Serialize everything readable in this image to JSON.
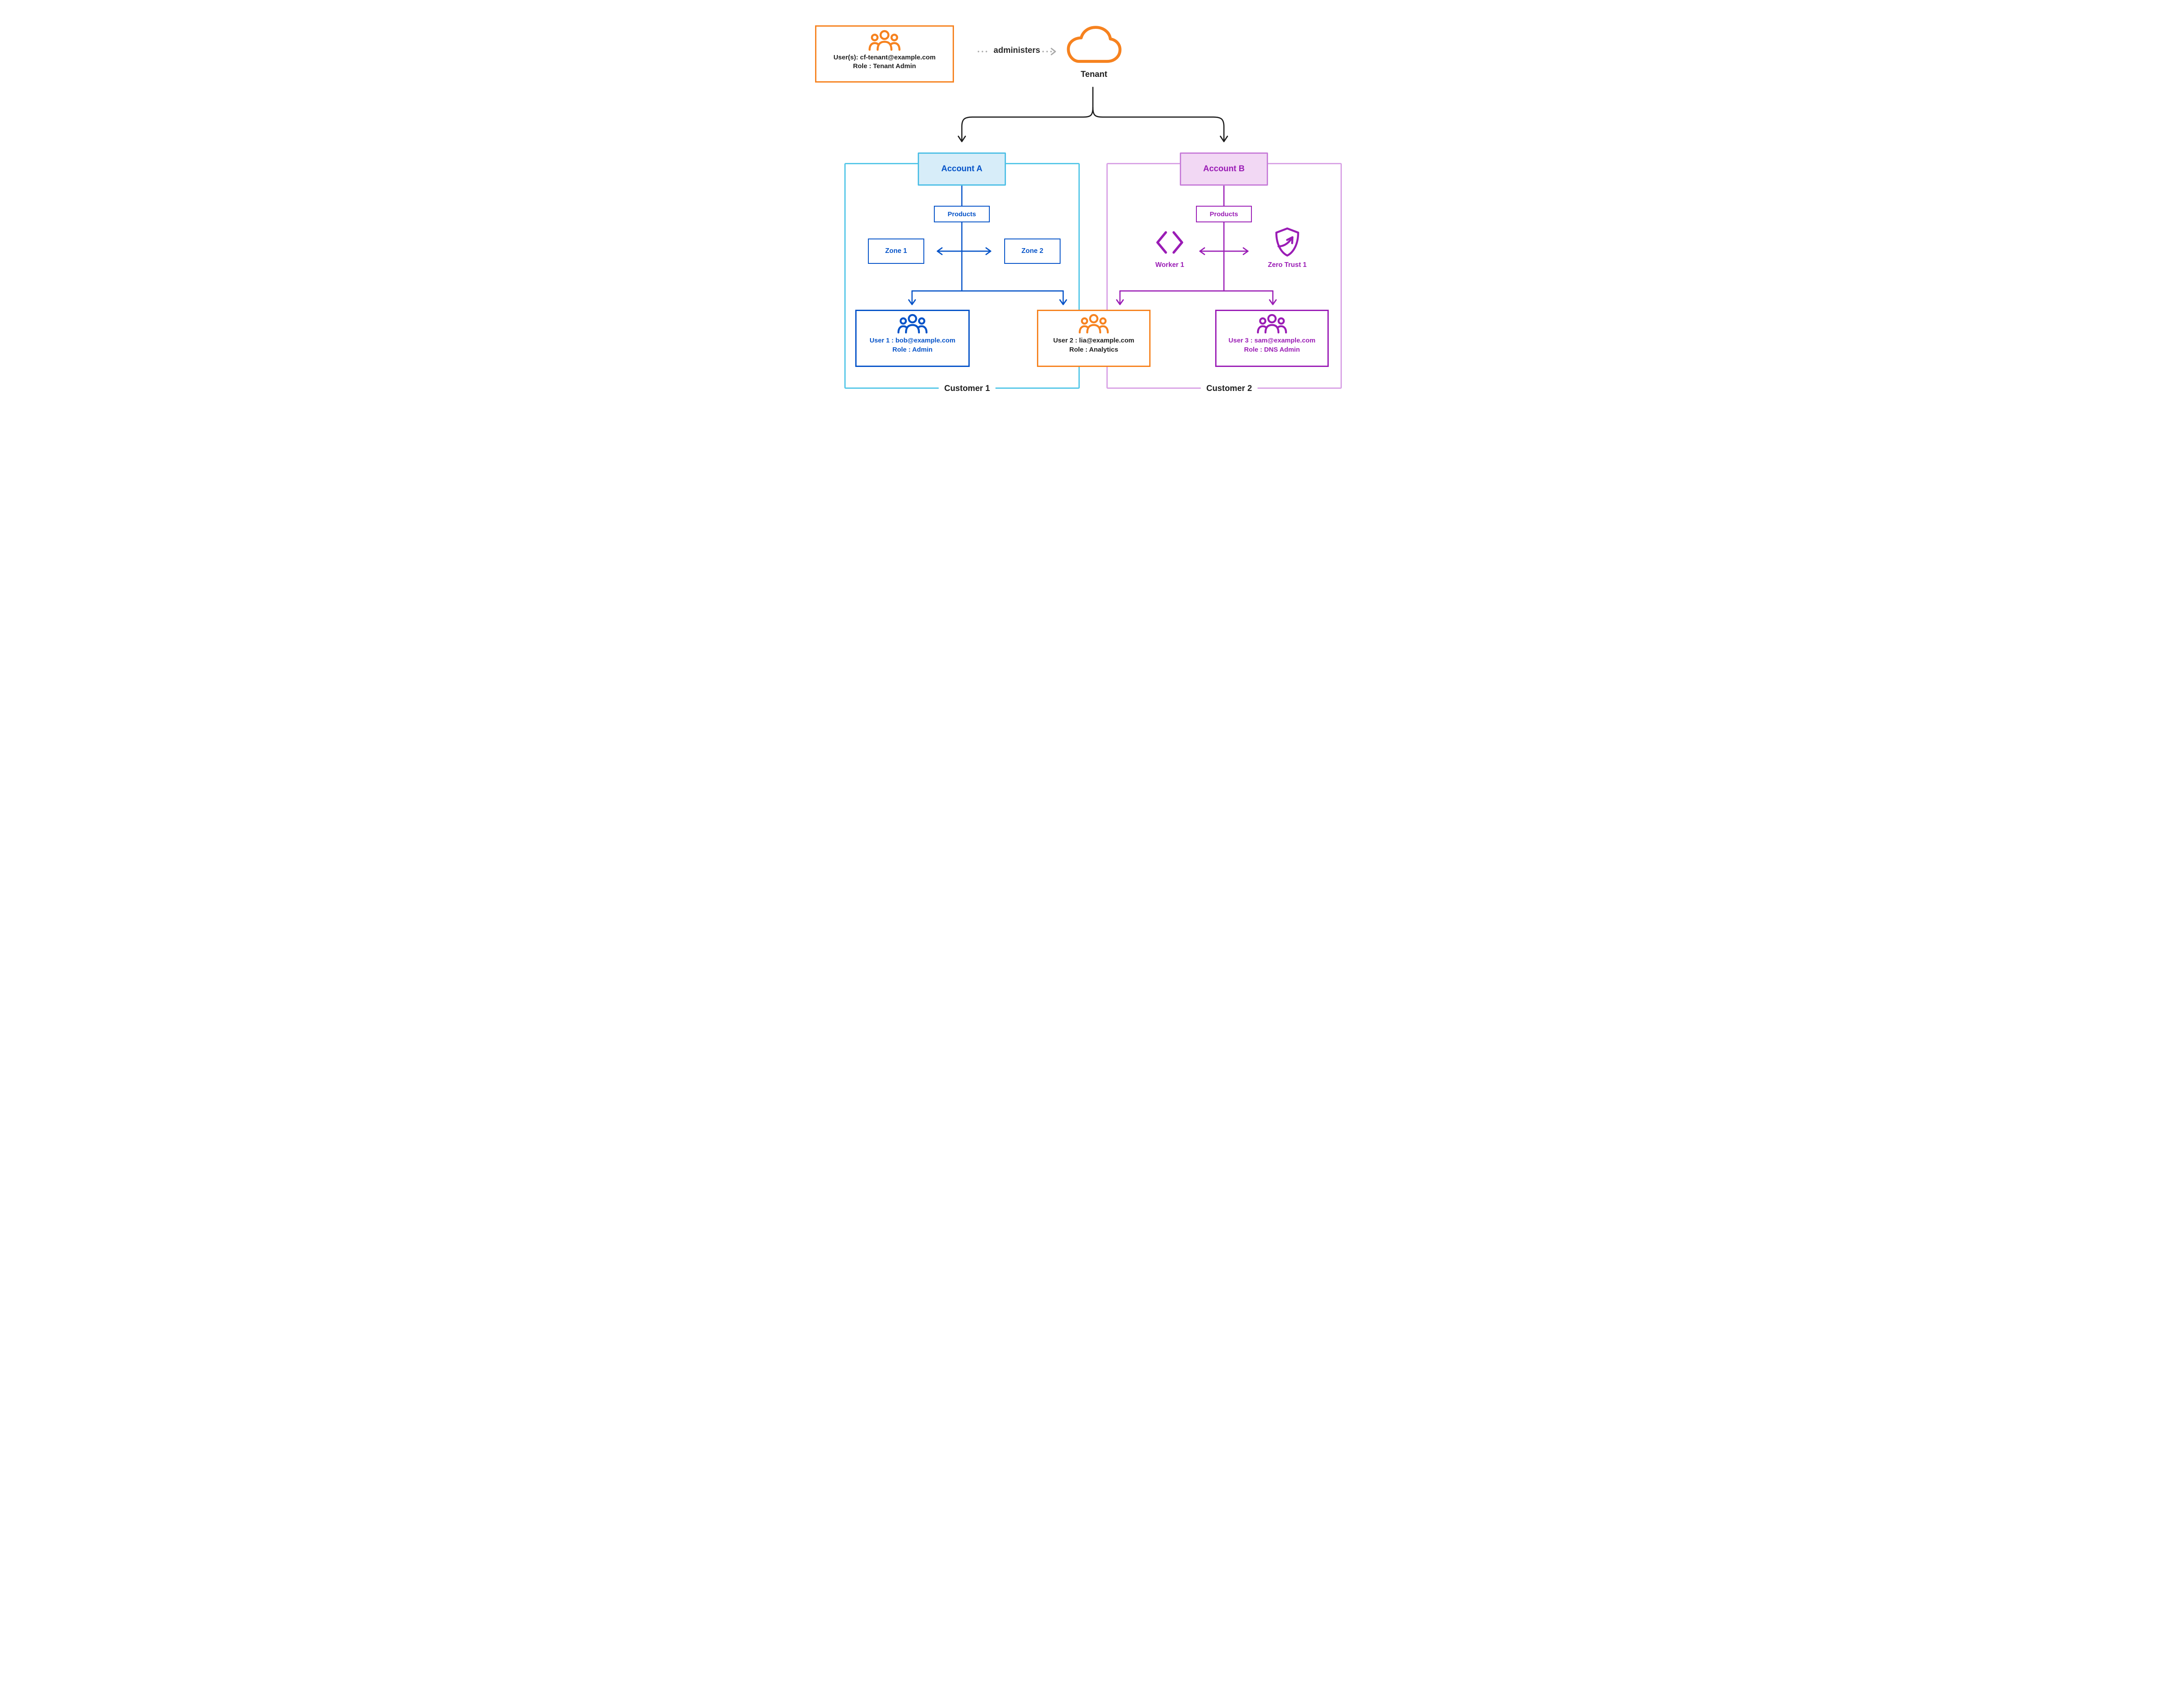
{
  "colors": {
    "orange": "#F6821F",
    "blue": "#0553C8",
    "cyan_container": "#56C7E8",
    "account_a_fill": "#D7EDF9",
    "purple": "#9A1CB5",
    "account_b_fill": "#F2D8F4",
    "lilac_container": "#D9A3E6",
    "text_dark": "#1D1D1D",
    "gray_arrow": "#A9A9A9"
  },
  "icons": {
    "tenant_admin": "users-group-icon",
    "tenant": "cloud-icon",
    "worker": "workers-brackets-icon",
    "zero_trust": "zero-trust-shield-icon",
    "users": "users-group-icon"
  },
  "header": {
    "tenant_admin": {
      "line1": "User(s): cf-tenant@example.com",
      "line2": "Role : Tenant Admin"
    },
    "administers_label": "administers",
    "tenant_label": "Tenant"
  },
  "customer1": {
    "label": "Customer 1",
    "account_label": "Account A",
    "products_label": "Products",
    "zone1_label": "Zone 1",
    "zone2_label": "Zone 2",
    "user1": {
      "line1": "User 1 : bob@example.com",
      "line2": "Role : Admin"
    },
    "user2": {
      "line1": "User 2 : lia@example.com",
      "line2": "Role : Analytics"
    }
  },
  "customer2": {
    "label": "Customer 2",
    "account_label": "Account B",
    "products_label": "Products",
    "worker_label": "Worker 1",
    "zero_trust_label": "Zero Trust 1",
    "user3": {
      "line1": "User 3 : sam@example.com",
      "line2": "Role : DNS Admin"
    }
  }
}
